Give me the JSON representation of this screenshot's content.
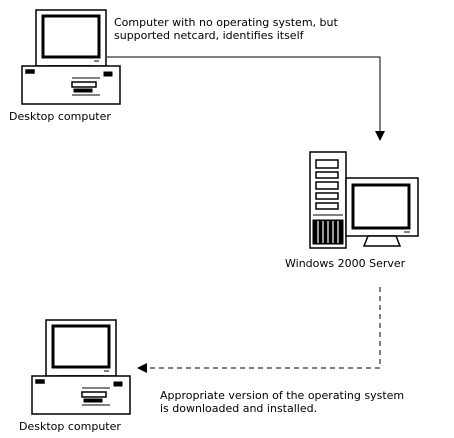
{
  "top_note": {
    "line1": "Computer with no operating system, but",
    "line2": "supported netcard, identifies itself"
  },
  "client_top": {
    "label": "Desktop computer"
  },
  "server": {
    "label": "Windows 2000 Server"
  },
  "bottom_note": {
    "line1": "Appropriate version of the operating system",
    "line2": "is downloaded and installed."
  },
  "client_bottom": {
    "label": "Desktop computer"
  }
}
